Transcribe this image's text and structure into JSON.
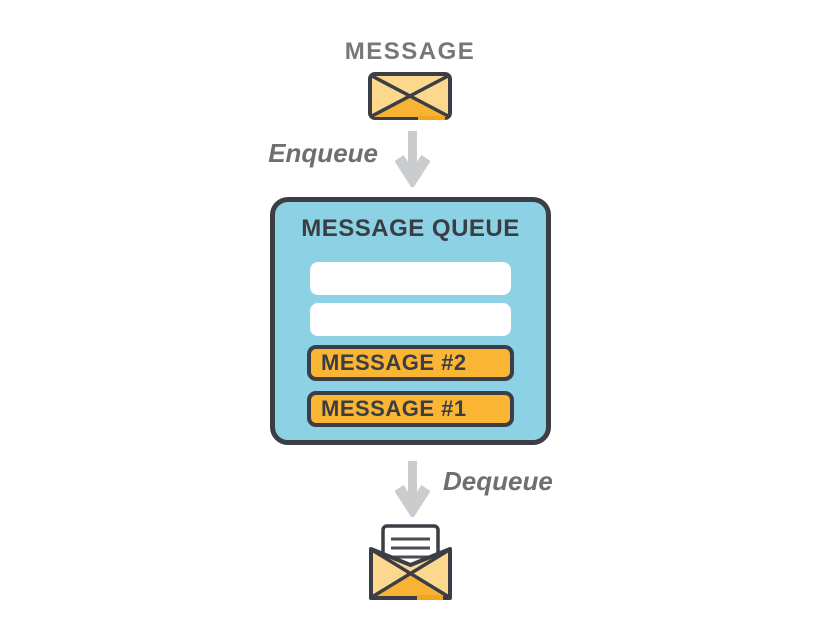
{
  "diagram": {
    "title": "MESSAGE",
    "enqueue_label": "Enqueue",
    "dequeue_label": "Dequeue",
    "queue": {
      "title": "MESSAGE QUEUE",
      "slots": [
        {
          "label": "",
          "type": "empty"
        },
        {
          "label": "",
          "type": "empty"
        },
        {
          "label": "MESSAGE #2",
          "type": "filled"
        },
        {
          "label": "MESSAGE #1",
          "type": "filled"
        }
      ]
    },
    "icons": {
      "top": "closed-envelope-icon",
      "bottom": "open-envelope-letter-icon",
      "flow": "down-arrow-icon"
    },
    "colors": {
      "queue_bg": "#8DD2E4",
      "outline": "#3B3F45",
      "slot_filled": "#FBB535",
      "slot_empty": "#FFFFFF",
      "envelope_light": "#FBD88D",
      "envelope_dark": "#F8B334",
      "envelope_accent": "#F5A41E",
      "arrow": "#CBCCCE",
      "title_text": "#76777B",
      "flow_label_text": "#6E6F73",
      "dark_text": "#3A3E44"
    }
  }
}
